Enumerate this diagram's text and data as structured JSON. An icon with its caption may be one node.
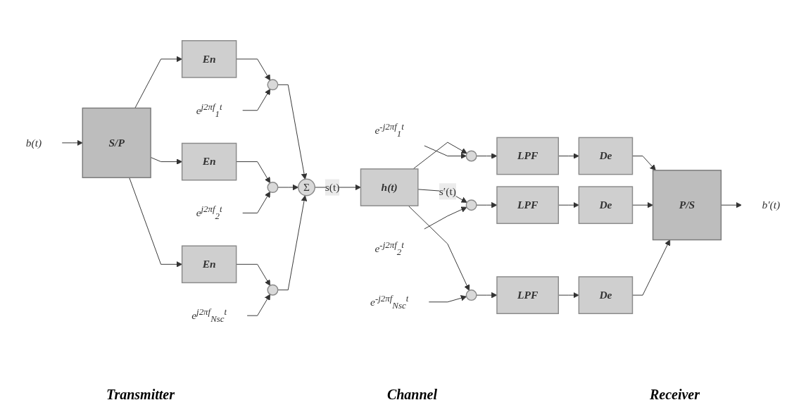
{
  "diagram": {
    "nodes": [
      {
        "text": [
          "b(t)"
        ]
      },
      {
        "text": [
          "S/P"
        ]
      },
      {
        "text": [
          "En"
        ]
      },
      {
        "text": [
          "En"
        ]
      },
      {
        "text": [
          "En"
        ]
      },
      {
        "text": [],
        "shape": "circle"
      },
      {
        "text": [],
        "shape": "circle"
      },
      {
        "text": [],
        "shape": "circle"
      },
      {
        "text": [
          "e$^{j2πf}$$_{1}$$^{t}$"
        ]
      },
      {
        "text": [
          "e$^{j2πf}$$_{2}$$^{t}$"
        ]
      },
      {
        "text": [
          "e$^{j2πf}$$_{Nsc}$$^{t}$"
        ]
      },
      {
        "text": [
          "Σ"
        ]
      },
      {
        "text": [
          "h(t)"
        ]
      },
      {
        "text": [],
        "shape": "circle"
      },
      {
        "text": [],
        "shape": "circle"
      },
      {
        "text": [],
        "shape": "circle"
      },
      {
        "text": [
          "e$^{-j2πf}$$_{1}$$^{t}$"
        ]
      },
      {
        "text": [
          "e$^{-j2πf}$$_{2}$$^{t}$"
        ]
      },
      {
        "text": [
          "e$^{-j2πf}$$_{Nsc}$$^{t}$"
        ]
      },
      {
        "text": [
          "LPF"
        ]
      },
      {
        "text": [
          "LPF"
        ]
      },
      {
        "text": [
          "LPF"
        ]
      },
      {
        "text": [
          "De"
        ]
      },
      {
        "text": [
          "De"
        ]
      },
      {
        "text": [
          "De"
        ]
      },
      {
        "text": [
          "P/S"
        ]
      },
      {
        "text": [
          "b′(t)"
        ]
      }
    ],
    "edges": [
      {
        "from": 0,
        "to": 1,
        "arrow": "to"
      },
      {
        "from": 1,
        "to": 2,
        "arrow": "to"
      },
      {
        "from": 1,
        "to": 3,
        "arrow": "to"
      },
      {
        "from": 1,
        "to": 4,
        "arrow": "to"
      },
      {
        "from": 2,
        "to": 5,
        "arrow": "to"
      },
      {
        "from": 3,
        "to": 6,
        "arrow": "to"
      },
      {
        "from": 4,
        "to": 7,
        "arrow": "to"
      },
      {
        "from": 8,
        "to": 5,
        "arrow": "to"
      },
      {
        "from": 9,
        "to": 6,
        "arrow": "to"
      },
      {
        "from": 10,
        "to": 7,
        "arrow": "to"
      },
      {
        "from": 5,
        "to": 11,
        "arrow": "to"
      },
      {
        "from": 6,
        "to": 11,
        "arrow": "to"
      },
      {
        "from": 7,
        "to": 11,
        "arrow": "to"
      },
      {
        "from": 11,
        "to": 12,
        "arrow": "to",
        "label": "s(t)"
      },
      {
        "from": 12,
        "to": 13,
        "arrow": "to"
      },
      {
        "from": 12,
        "to": 14,
        "arrow": "to",
        "label": "s′(t)"
      },
      {
        "from": 12,
        "to": 15,
        "arrow": "to"
      },
      {
        "from": 16,
        "to": 13,
        "arrow": "to"
      },
      {
        "from": 17,
        "to": 14,
        "arrow": "to"
      },
      {
        "from": 18,
        "to": 15,
        "arrow": "to"
      },
      {
        "from": 13,
        "to": 19,
        "arrow": "to"
      },
      {
        "from": 14,
        "to": 20,
        "arrow": "to"
      },
      {
        "from": 15,
        "to": 21,
        "arrow": "to"
      },
      {
        "from": 19,
        "to": 22,
        "arrow": "to"
      },
      {
        "from": 20,
        "to": 23,
        "arrow": "to"
      },
      {
        "from": 21,
        "to": 24,
        "arrow": "to"
      },
      {
        "from": 22,
        "to": 25,
        "arrow": "to"
      },
      {
        "from": 23,
        "to": 25,
        "arrow": "to"
      },
      {
        "from": 24,
        "to": 25,
        "arrow": "to"
      },
      {
        "from": 25,
        "to": 26,
        "arrow": "to"
      }
    ],
    "labels": [
      "Transmitter",
      "Channel",
      "Receiver"
    ]
  }
}
